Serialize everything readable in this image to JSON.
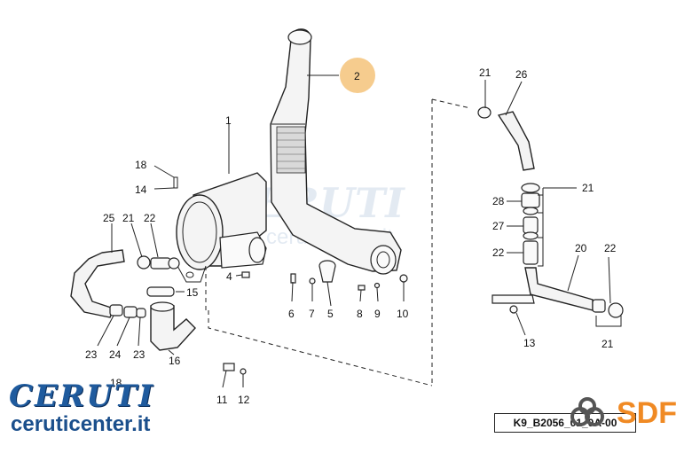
{
  "diagram": {
    "callouts": {
      "c1": "1",
      "c2": "2",
      "c4": "4",
      "c5": "5",
      "c6": "6",
      "c7": "7",
      "c8": "8",
      "c9": "9",
      "c10": "10",
      "c11": "11",
      "c12": "12",
      "c13": "13",
      "c14": "14",
      "c15": "15",
      "c16": "16",
      "c18a": "18",
      "c18b": "18",
      "c20": "20",
      "c21a": "21",
      "c21b": "21",
      "c21c": "21",
      "c21d": "21",
      "c22a": "22",
      "c22b": "22",
      "c22c": "22",
      "c23a": "23",
      "c23b": "23",
      "c24": "24",
      "c25": "25",
      "c26": "26",
      "c27": "27",
      "c28": "28"
    },
    "highlight_color": "#f5c37a",
    "reference_code": "K9_B2056_01_0A-00"
  },
  "branding": {
    "logo_word": "CERUTI",
    "logo_url": "ceruticenter.it",
    "sdf_label": "SDF",
    "brand_blue": "#1f5b9e",
    "sdf_orange": "#f08a24"
  }
}
